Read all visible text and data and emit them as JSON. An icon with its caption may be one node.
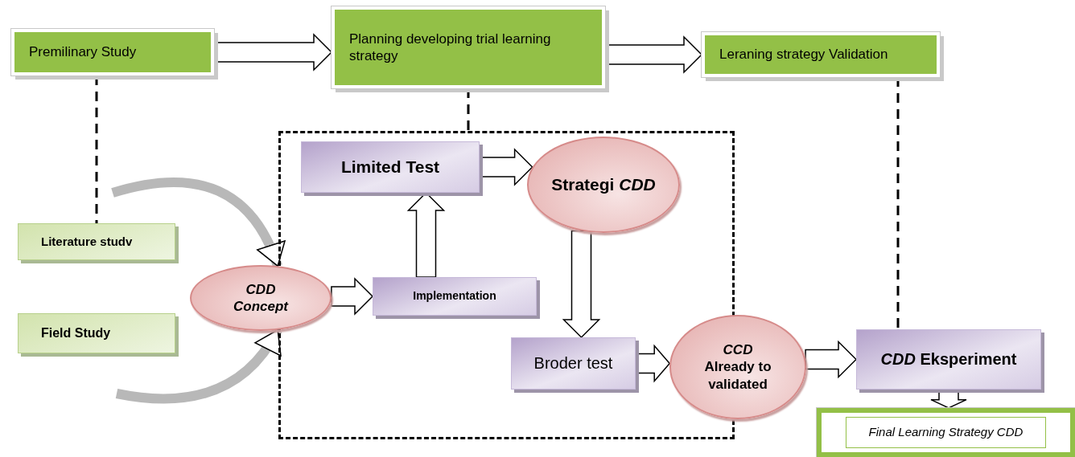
{
  "diagram": {
    "nodes": [
      {
        "text": [
          "Premilinary Study"
        ]
      },
      {
        "text": [
          "Planning developing trial learning strategy"
        ]
      },
      {
        "text": [
          "Leraning strategy Validation"
        ]
      },
      {
        "text": [],
        "shape": "box"
      },
      {
        "text": [
          "Limited Test"
        ],
        "in": 3
      },
      {
        "text": [
          "Strategi *CDD*"
        ],
        "in": 3
      },
      {
        "text": [
          "Literature studv"
        ]
      },
      {
        "text": [
          "CDD Concept"
        ]
      },
      {
        "text": [
          "Implementation"
        ],
        "in": 3
      },
      {
        "text": [
          "Field Study"
        ]
      },
      {
        "text": [
          "Broder test"
        ],
        "in": 3
      },
      {
        "text": [
          "*CCD* Already to validated"
        ]
      },
      {
        "text": [
          "*CDD* Eksperiment"
        ]
      },
      {
        "text": [
          "Final Learning Strategy CDD"
        ]
      }
    ],
    "edges": [
      {
        "from": 0,
        "to": 1,
        "arrow": "to"
      },
      {
        "from": 1,
        "to": 2,
        "arrow": "to"
      },
      {
        "from": 0,
        "to": 6,
        "arrow": "none",
        "style": "dashed"
      },
      {
        "from": 1,
        "to": 3,
        "arrow": "none",
        "style": "dashed"
      },
      {
        "from": 2,
        "to": 12,
        "arrow": "none",
        "style": "dashed"
      },
      {
        "from": null,
        "to": 7,
        "arrow": "to",
        "style": "thick",
        "color": "#b8b8b8"
      },
      {
        "from": null,
        "to": 7,
        "arrow": "to",
        "style": "thick",
        "color": "#b8b8b8"
      },
      {
        "from": 7,
        "to": 8,
        "arrow": "to"
      },
      {
        "from": 8,
        "to": 4,
        "arrow": "to"
      },
      {
        "from": 4,
        "to": 5,
        "arrow": "to"
      },
      {
        "from": 5,
        "to": 10,
        "arrow": "to"
      },
      {
        "from": 10,
        "to": 11,
        "arrow": "to"
      },
      {
        "from": 11,
        "to": 12,
        "arrow": "to"
      },
      {
        "from": 12,
        "to": 13,
        "arrow": "to"
      }
    ]
  }
}
